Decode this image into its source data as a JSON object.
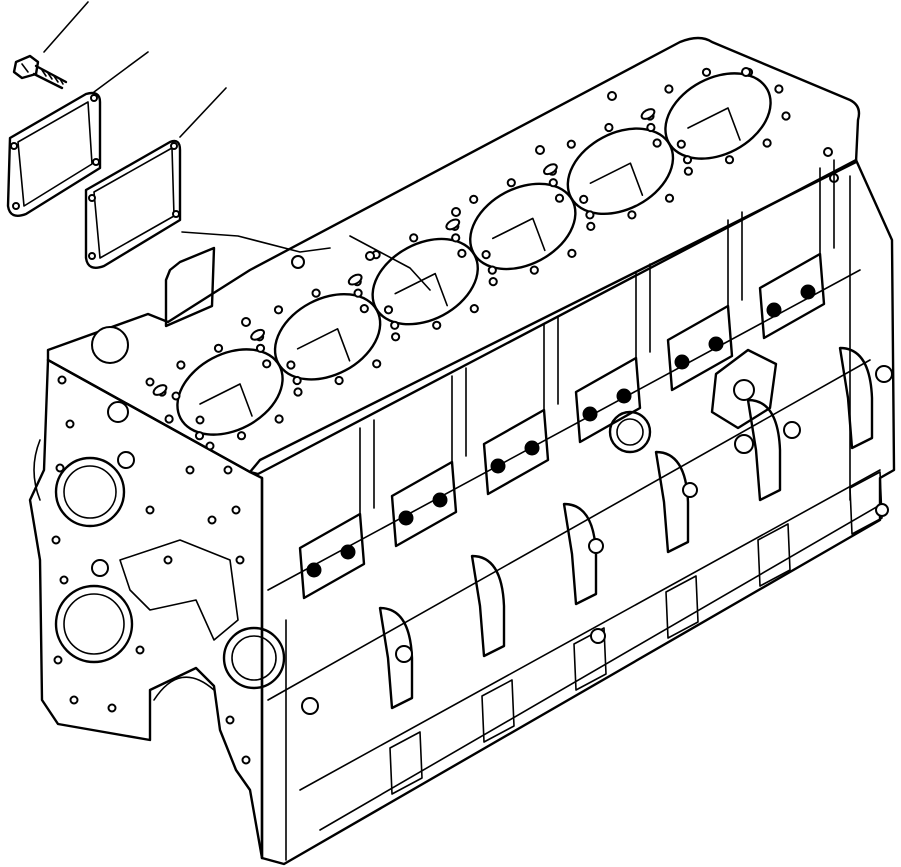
{
  "diagram": {
    "subject": "engine-cylinder-block-exploded-view",
    "cylinder_count": 6,
    "callouts": [
      "bolt",
      "cover-plate",
      "gasket"
    ],
    "line_color": "#000000",
    "background_color": "#ffffff"
  }
}
